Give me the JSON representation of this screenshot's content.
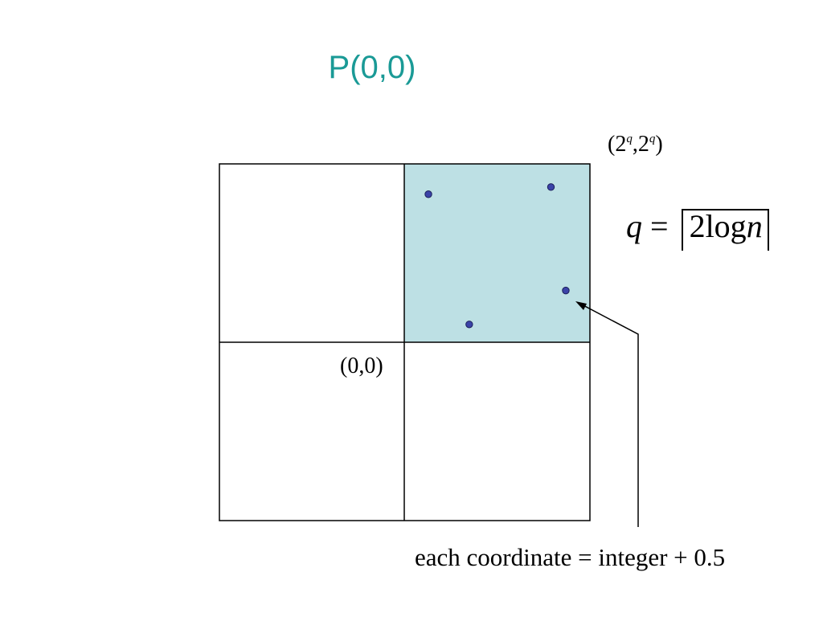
{
  "title": "P(0,0)",
  "corner_label": {
    "open": "(2",
    "sup1": "q",
    "mid": ",2",
    "sup2": "q",
    "close": ")"
  },
  "origin_label": "(0,0)",
  "formula": {
    "lhs": "q",
    "eq": " = ",
    "body_num": "2log",
    "body_var": "n"
  },
  "note": "each coordinate = integer + 0.5",
  "colors": {
    "title": "#1a9a96",
    "highlight": "#bde0e4",
    "point": "#3b43a8"
  },
  "points": [
    {
      "x": 0.13,
      "y": 0.17
    },
    {
      "x": 0.79,
      "y": 0.13
    },
    {
      "x": 0.87,
      "y": 0.71
    },
    {
      "x": 0.35,
      "y": 0.9
    }
  ]
}
